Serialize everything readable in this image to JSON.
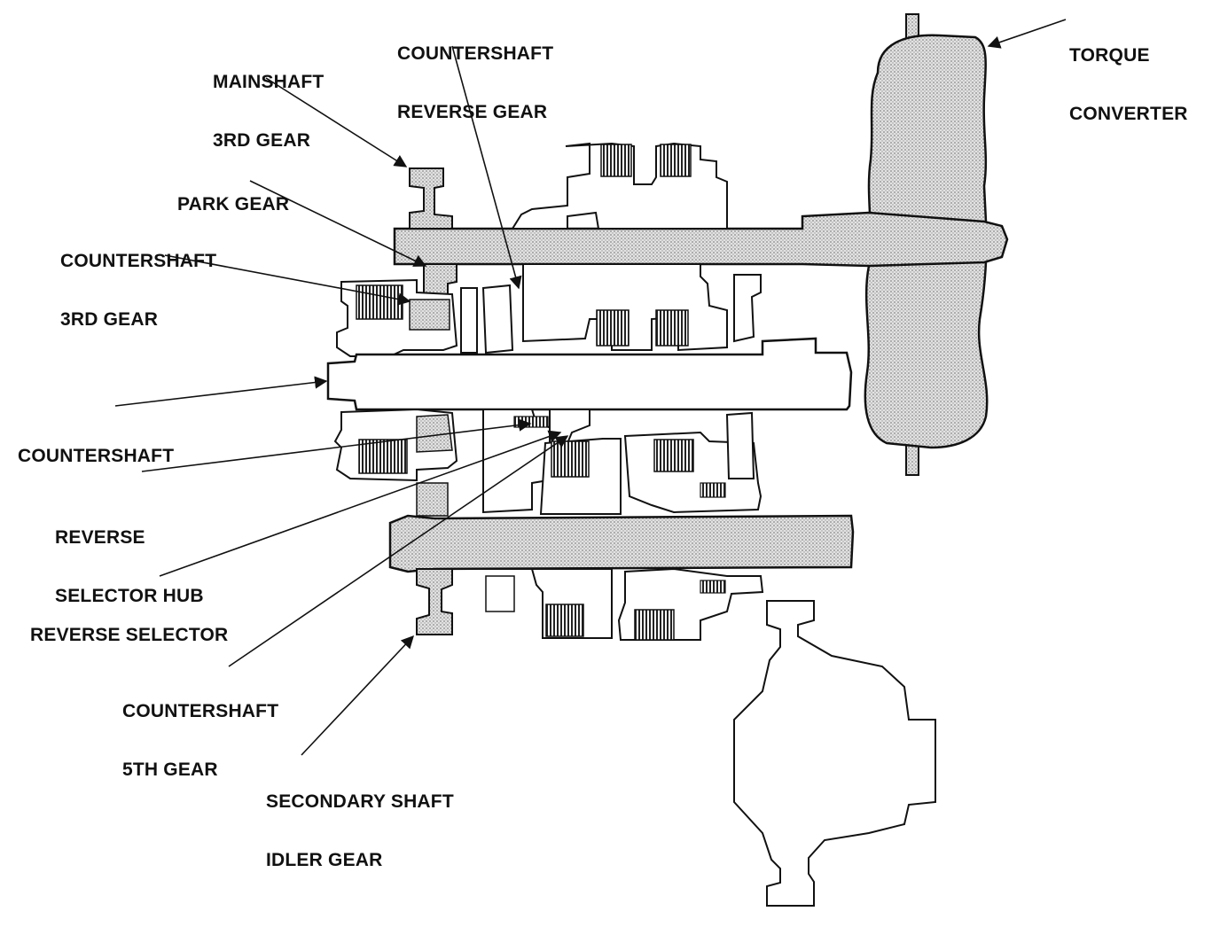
{
  "labels": {
    "mainshaft_3rd_gear": [
      "MAINSHAFT",
      "3RD GEAR"
    ],
    "countershaft_reverse_gear": [
      "COUNTERSHAFT",
      "REVERSE GEAR"
    ],
    "torque_converter": [
      "TORQUE",
      "CONVERTER"
    ],
    "park_gear": [
      "PARK GEAR"
    ],
    "countershaft_3rd_gear": [
      "COUNTERSHAFT",
      "3RD GEAR"
    ],
    "countershaft": [
      "COUNTERSHAFT"
    ],
    "reverse_selector_hub": [
      "REVERSE",
      "SELECTOR HUB"
    ],
    "reverse_selector": [
      "REVERSE SELECTOR"
    ],
    "countershaft_5th_gear": [
      "COUNTERSHAFT",
      "5TH GEAR"
    ],
    "secondary_shaft_idler_gear": [
      "SECONDARY SHAFT",
      "IDLER GEAR"
    ]
  },
  "colors": {
    "ink": "#111111",
    "stipple": "#c9c9c9",
    "background": "#ffffff"
  }
}
